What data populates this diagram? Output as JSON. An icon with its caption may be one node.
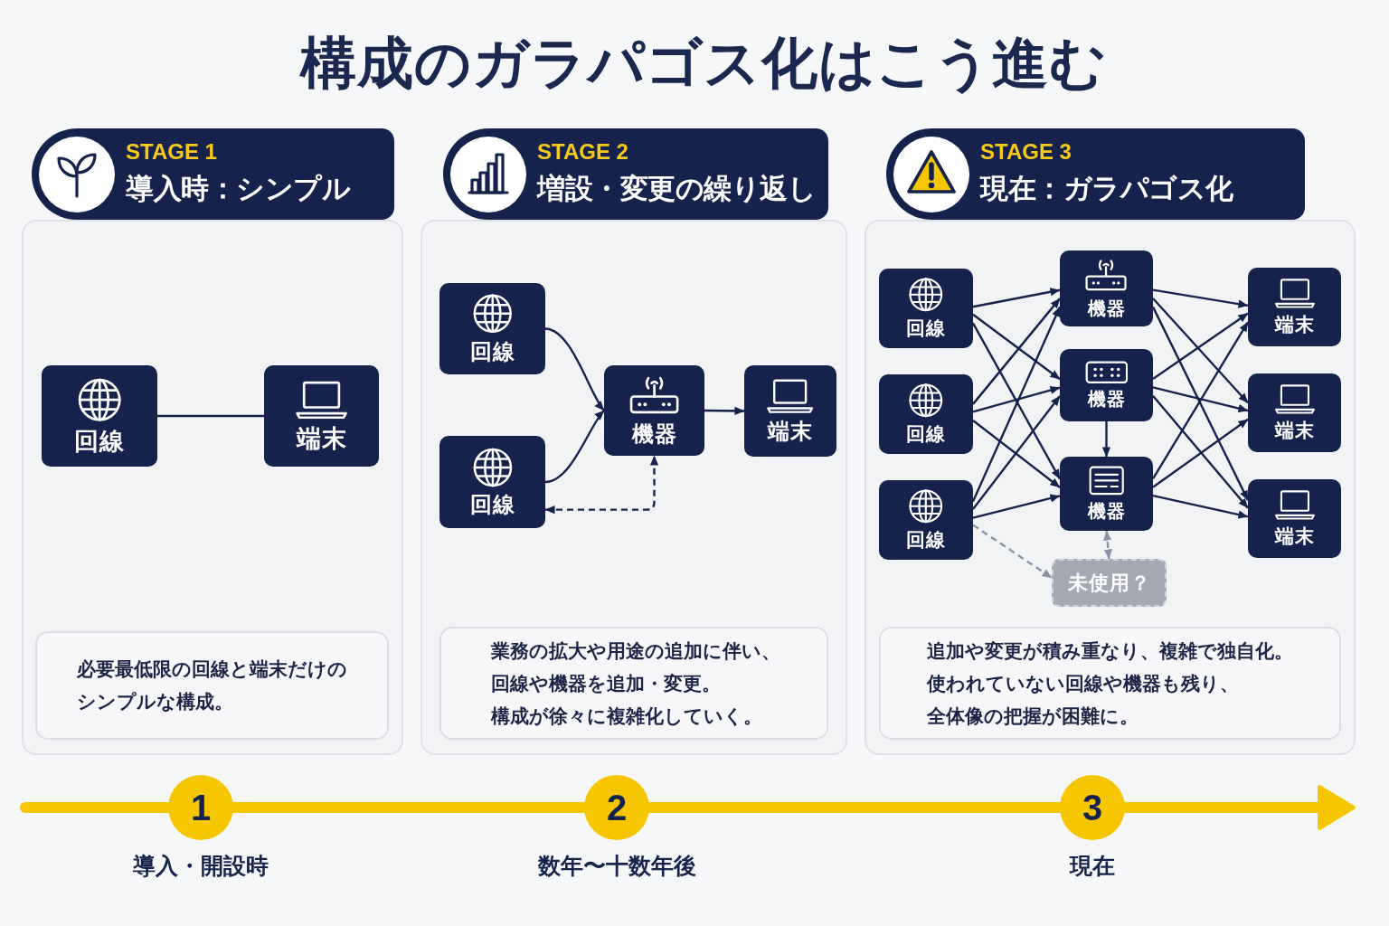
{
  "diagram": {
    "title": "構成のガラパゴス化はこう進む",
    "nodes": [
      {
        "text": [
          "STAGE 1",
          "導入時：シンプル"
        ]
      },
      {
        "text": [],
        "shape": "box"
      },
      {
        "text": [
          "回線"
        ],
        "in": 1
      },
      {
        "text": [
          "端末"
        ],
        "in": 1
      },
      {
        "text": [
          "必要最低限の回線と端末だけのシンプルな構成。"
        ],
        "in": 1
      },
      {
        "text": [
          "STAGE 2",
          "増設・変更の繰り返し"
        ]
      },
      {
        "text": [],
        "shape": "box"
      },
      {
        "text": [
          "回線"
        ],
        "in": 6
      },
      {
        "text": [
          "回線"
        ],
        "in": 6
      },
      {
        "text": [
          "機器"
        ],
        "in": 6
      },
      {
        "text": [
          "端末"
        ],
        "in": 6
      },
      {
        "text": [
          "業務の拡大や用途の追加に伴い、回線や機器を追加・変更。",
          "構成が徐々に複雑化していく。"
        ],
        "in": 6
      },
      {
        "text": [
          "STAGE 3",
          "現在：ガラパゴス化"
        ]
      },
      {
        "text": [],
        "shape": "box"
      },
      {
        "text": [
          "回線"
        ],
        "in": 13
      },
      {
        "text": [
          "機器"
        ],
        "in": 13
      },
      {
        "text": [
          "端末"
        ],
        "in": 13
      },
      {
        "text": [
          "回線"
        ],
        "in": 13
      },
      {
        "text": [
          "機器"
        ],
        "in": 13
      },
      {
        "text": [
          "端末"
        ],
        "in": 13
      },
      {
        "text": [
          "回線"
        ],
        "in": 13
      },
      {
        "text": [
          "機器"
        ],
        "in": 13
      },
      {
        "text": [
          "端末"
        ],
        "in": 13
      },
      {
        "text": [
          "未使用？"
        ],
        "in": 13
      },
      {
        "text": [
          "追加や変更が積み重なり、複雑で独自化。",
          "使われていない回線や機器も残り、全体像の把握が困難に。"
        ],
        "in": 13
      },
      {
        "text": [
          "1"
        ],
        "beside": [
          "導入・開設時"
        ]
      },
      {
        "text": [
          "2"
        ],
        "beside": [
          "数年〜十数年後"
        ]
      },
      {
        "text": [
          "3"
        ],
        "beside": [
          "現在"
        ]
      }
    ],
    "edges": [
      {
        "from": 2,
        "to": 3,
        "arrow": "none"
      },
      {
        "from": 7,
        "to": 9,
        "arrow": "to"
      },
      {
        "from": 8,
        "to": 9,
        "arrow": "to"
      },
      {
        "from": 9,
        "to": 10,
        "arrow": "to"
      },
      {
        "from": 8,
        "to": 9,
        "arrow": "both",
        "style": "dashed"
      },
      {
        "from": 14,
        "to": 15,
        "arrow": "to"
      },
      {
        "from": 14,
        "to": 18,
        "arrow": "to"
      },
      {
        "from": 14,
        "to": 21,
        "arrow": "to"
      },
      {
        "from": 17,
        "to": 15,
        "arrow": "to"
      },
      {
        "from": 17,
        "to": 18,
        "arrow": "to"
      },
      {
        "from": 17,
        "to": 21,
        "arrow": "to"
      },
      {
        "from": 20,
        "to": 15,
        "arrow": "to"
      },
      {
        "from": 20,
        "to": 18,
        "arrow": "to"
      },
      {
        "from": 20,
        "to": 21,
        "arrow": "to"
      },
      {
        "from": 15,
        "to": 16,
        "arrow": "to"
      },
      {
        "from": 15,
        "to": 19,
        "arrow": "to"
      },
      {
        "from": 15,
        "to": 22,
        "arrow": "to"
      },
      {
        "from": 18,
        "to": 16,
        "arrow": "to"
      },
      {
        "from": 18,
        "to": 19,
        "arrow": "to"
      },
      {
        "from": 18,
        "to": 22,
        "arrow": "to"
      },
      {
        "from": 21,
        "to": 16,
        "arrow": "to"
      },
      {
        "from": 21,
        "to": 19,
        "arrow": "to"
      },
      {
        "from": 21,
        "to": 22,
        "arrow": "to"
      },
      {
        "from": 18,
        "to": 21,
        "arrow": "to"
      },
      {
        "from": 21,
        "to": 23,
        "arrow": "both",
        "style": "dashed",
        "color": "#8a93a6"
      },
      {
        "from": 20,
        "to": 23,
        "arrow": "to",
        "style": "dashed",
        "color": "#8a93a6"
      }
    ]
  }
}
